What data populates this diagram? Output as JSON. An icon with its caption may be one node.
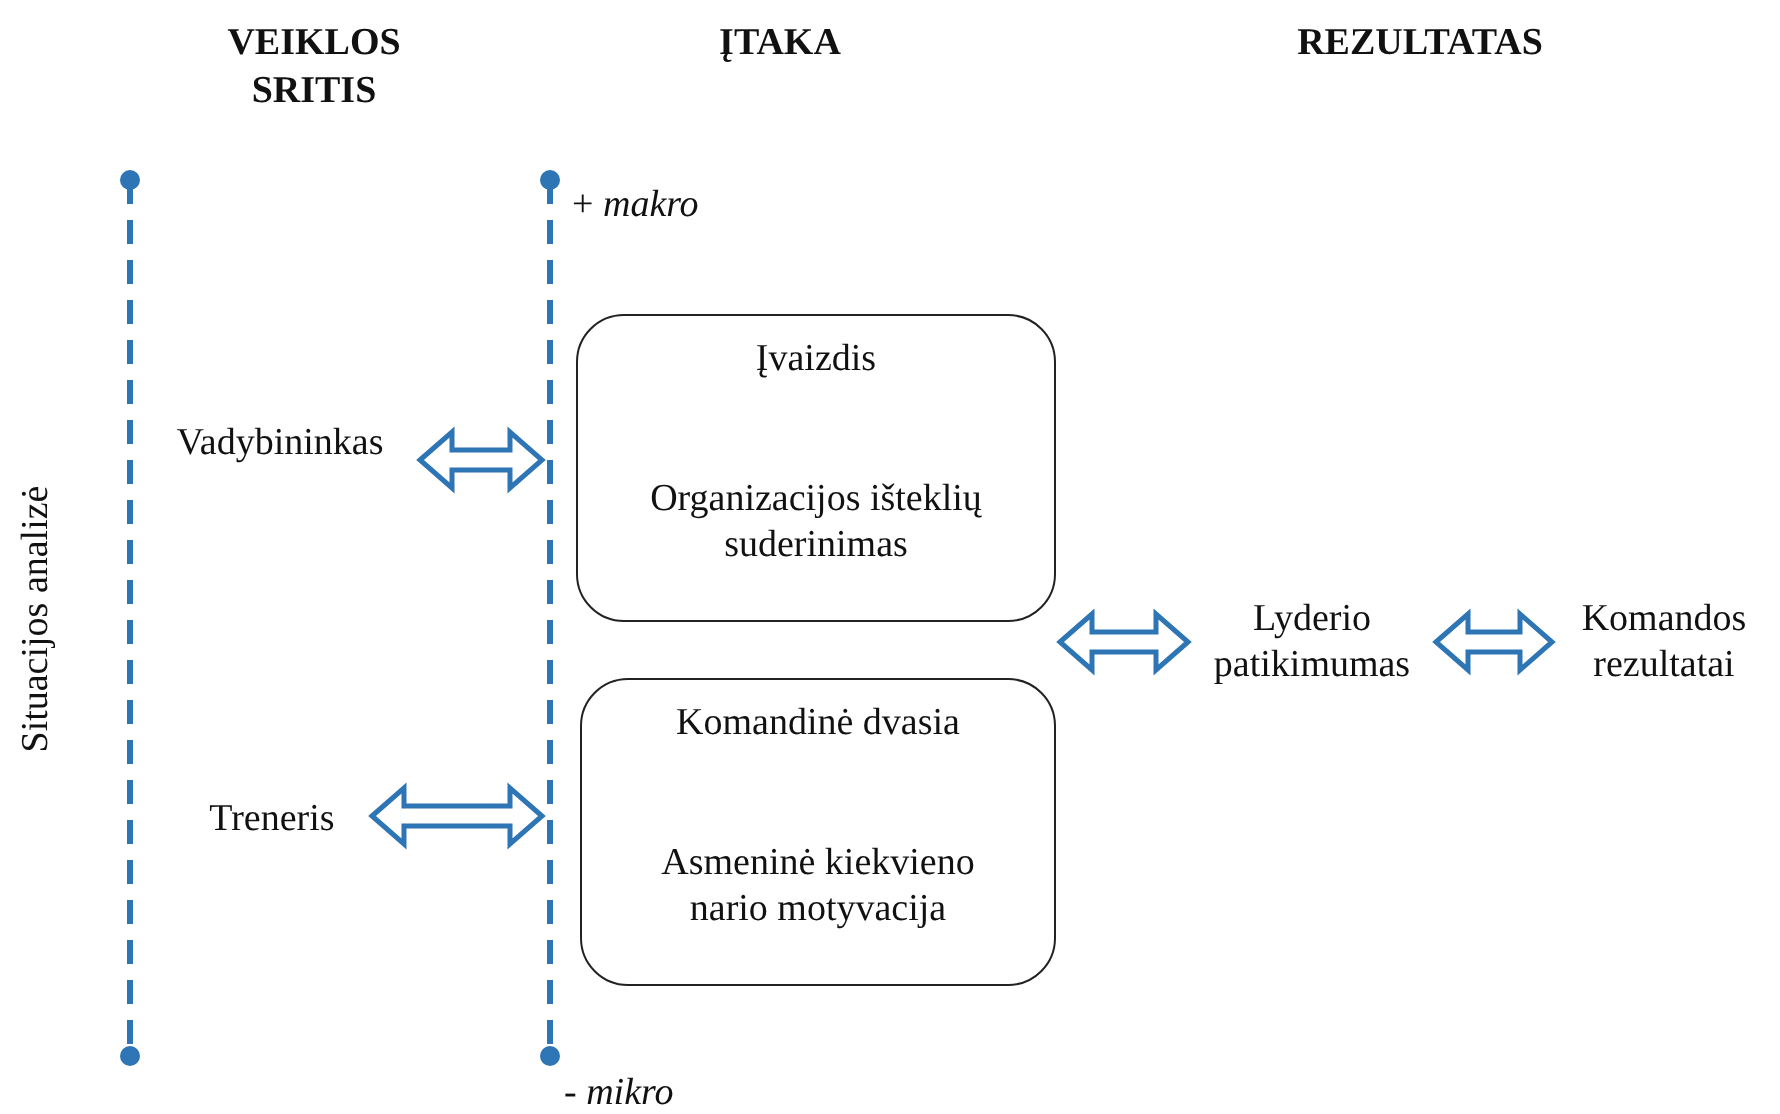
{
  "diagram": {
    "nodes": [
      {
        "text": [
          "Vadybininkas"
        ]
      },
      {
        "text": [
          "Treneris"
        ]
      },
      {
        "text": [],
        "shape": "bar",
        "beside": [
          "+ makro",
          "- mikro"
        ]
      },
      {
        "text": [
          "Įvaizdis",
          "Organizacijos išteklių suderinimas"
        ]
      },
      {
        "text": [
          "Komandinė dvasia",
          "Asmeninė kiekvieno nario motyvacija"
        ]
      },
      {
        "text": [
          "Lyderio patikimumas"
        ]
      },
      {
        "text": [
          "Komandos rezultatai"
        ]
      }
    ],
    "edges": [
      {
        "from": 0,
        "to": 2,
        "arrow": "both"
      },
      {
        "from": 1,
        "to": 2,
        "arrow": "both"
      },
      {
        "from": 3,
        "to": 5,
        "arrow": "both"
      },
      {
        "from": 4,
        "to": 5,
        "arrow": "both"
      },
      {
        "from": 5,
        "to": 6,
        "arrow": "both"
      }
    ],
    "labels": [
      "VEIKLOS SRITIS",
      "ĮTAKA",
      "REZULTATAS",
      "Situacijos analizė"
    ]
  }
}
